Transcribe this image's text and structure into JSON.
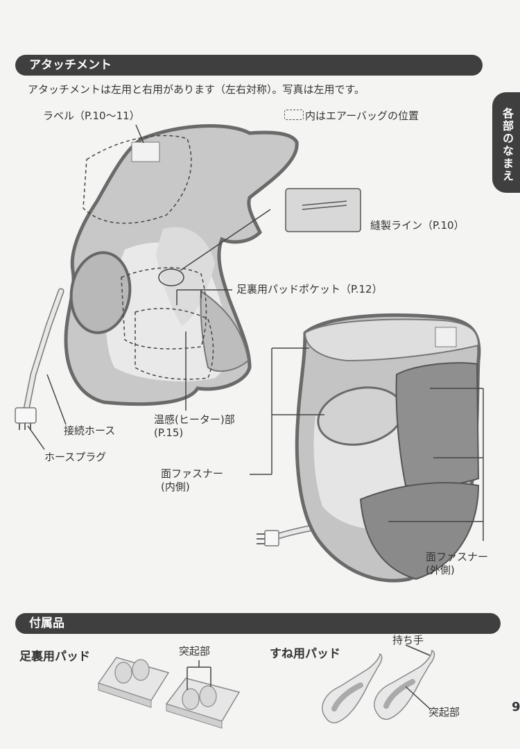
{
  "section_attachment": {
    "title": "アタッチメント",
    "intro": "アタッチメントは左用と右用があります（左右対称）。写真は左用です。"
  },
  "side_tab": {
    "label": "各部のなまえ"
  },
  "attachment_labels": {
    "label": "ラベル（P.10〜11）",
    "airbag_legend": "内はエアーバッグの位置",
    "sewing_line": "縫製ライン（P.10）",
    "sole_pocket": "足裏用パッドポケット（P.12）",
    "heater_line1": "温感(ヒーター)部",
    "heater_line2": "(P.15)",
    "hose": "接続ホース",
    "hose_plug": "ホースプラグ",
    "fastener_inner_line1": "面ファスナー",
    "fastener_inner_line2": "(内側)",
    "fastener_outer_line1": "面ファスナー",
    "fastener_outer_line2": "(外側)"
  },
  "section_accessories": {
    "title": "付属品",
    "sole_pad": "足裏用パッド",
    "protrusion_top": "突起部",
    "shin_pad": "すね用パッド",
    "handle": "持ち手",
    "protrusion_bottom": "突起部"
  },
  "page_number_fragment": "9"
}
